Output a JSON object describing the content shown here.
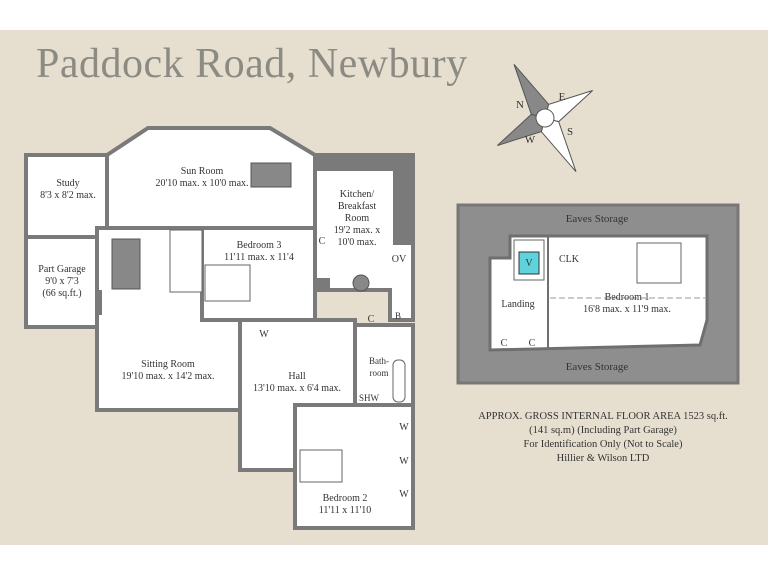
{
  "title": "Paddock Road, Newbury",
  "compass": {
    "letters": [
      "N",
      "E",
      "S",
      "W"
    ]
  },
  "ground_floor": {
    "rooms": [
      {
        "name": "Study",
        "size": "8'3 x 8'2 max."
      },
      {
        "name": "Sun Room",
        "size": "20'10 max. x 10'0 max."
      },
      {
        "name": "Kitchen/ Breakfast Room",
        "size": "19'2 max. x 10'0 max."
      },
      {
        "name": "Part Garage",
        "size": "9'0 x 7'3",
        "extra": "(66 sq.ft.)"
      },
      {
        "name": "Bedroom 3",
        "size": "11'11 max. x 11'4"
      },
      {
        "name": "Sitting Room",
        "size": "19'10 max. x 14'2 max."
      },
      {
        "name": "Hall",
        "size": "13'10 max. x 6'4 max."
      },
      {
        "name": "Bath- room",
        "size": ""
      },
      {
        "name": "Bedroom 2",
        "size": "11'11 x 11'10"
      }
    ],
    "markers": {
      "c1": "C",
      "c2": "C",
      "ov": "OV",
      "w": "W",
      "shw": "SHW",
      "boiler": "B",
      "w1": "W",
      "w2": "W",
      "w3": "W"
    }
  },
  "first_floor": {
    "eaves_top": "Eaves Storage",
    "eaves_bottom": "Eaves Storage",
    "rooms": [
      {
        "name": "Bedroom 1",
        "size": "16'8 max. x 11'9 max."
      },
      {
        "name": "Landing",
        "size": ""
      },
      {
        "name": "CLK",
        "size": ""
      }
    ],
    "markers": {
      "v": "V",
      "c1": "C",
      "c2": "C"
    }
  },
  "notes": [
    "APPROX. GROSS INTERNAL FLOOR AREA 1523 sq.ft.",
    "(141 sq.m) (Including Part Garage)",
    "For Identification Only (Not to Scale)",
    "Hillier & Wilson LTD"
  ],
  "colors": {
    "background": "#e6dfcf",
    "wall": "#7a7a7a",
    "eaves": "#8e8e8e",
    "accent": "#5fd3dc"
  }
}
